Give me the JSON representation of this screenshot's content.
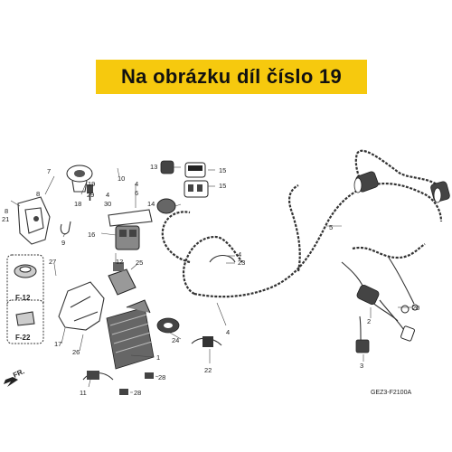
{
  "banner": {
    "text": "Na obrázku díl číslo 19",
    "color": "#f6c90e"
  },
  "diagram_code": "GEZ3-F2100A",
  "direction_label": "FR.",
  "callouts": {
    "c1": "1",
    "c2": "2",
    "c3": "3",
    "c4a": "4",
    "c4b": "4",
    "c4c": "4",
    "c5": "5",
    "c6": "6",
    "c7": "7",
    "c8a": "8",
    "c8b": "8",
    "c9": "9",
    "c10": "10",
    "c11": "11",
    "c12": "12",
    "c13": "13",
    "c14": "14",
    "c15a": "15",
    "c15b": "15",
    "c16": "16",
    "c17": "17",
    "c18": "18",
    "c19": "19",
    "c20": "20",
    "c21": "21",
    "c22": "22",
    "c23": "23",
    "c24": "24",
    "c25": "25",
    "c26": "26",
    "c27": "27",
    "c28a": "28",
    "c28b": "28",
    "c29": "29",
    "c30": "30"
  },
  "inset_labels": {
    "f12": "F-12",
    "f22": "F-22"
  }
}
